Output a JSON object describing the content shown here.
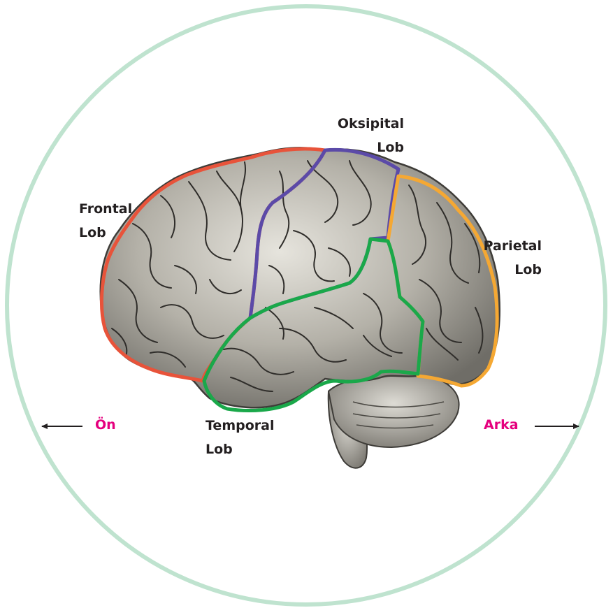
{
  "labels": {
    "frontal": {
      "line1": "Frontal",
      "line2": "Lob"
    },
    "oksipital": {
      "line1": "Oksipital",
      "line2": "Lob"
    },
    "parietal": {
      "line1": "Parietal",
      "line2": "Lob"
    },
    "temporal": {
      "line1": "Temporal",
      "line2": "Lob"
    }
  },
  "directions": {
    "front": "Ön",
    "back": "Arka"
  },
  "colors": {
    "circle": "#bfe3cf",
    "frontal_outline": "#e8533a",
    "oksipital_outline": "#5b4aa8",
    "parietal_outline": "#f5a833",
    "temporal_outline": "#1aa84a",
    "direction_text": "#e5007e",
    "label_text": "#231f20",
    "brain_fill": "#9c9a92"
  }
}
